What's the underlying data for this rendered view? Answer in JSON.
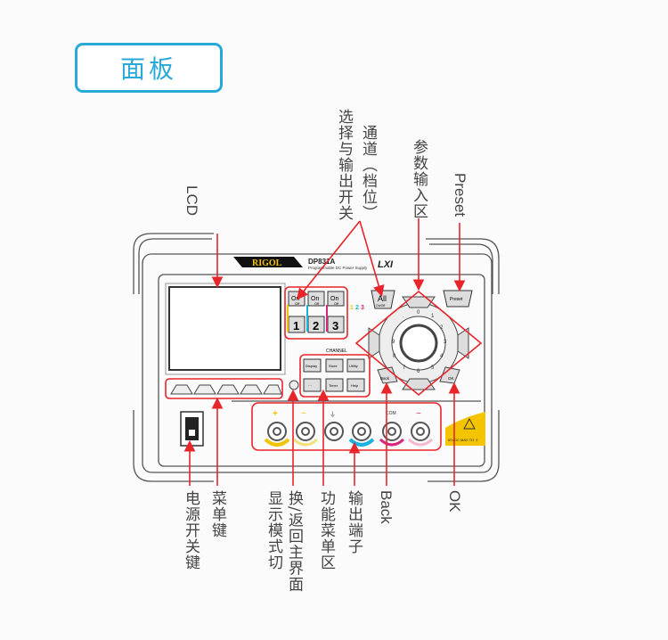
{
  "title": "面板",
  "annotations": {
    "lcd": "LCD",
    "channel_select": "选择与输出开关",
    "channel_range": "通道（档位）",
    "param_input": "参数输入区",
    "preset": "Preset",
    "power_switch": "电源开关键",
    "menu_keys": "菜单键",
    "display_mode_1": "显示模式切",
    "display_mode_2": "换/返回主界面",
    "function_menu": "功能菜单区",
    "output_terminals": "输出端子",
    "back": "Back",
    "ok": "OK"
  },
  "panel": {
    "brand": "RIGOL",
    "model": "DP831A",
    "subtitle": "Programmable DC Power Supply",
    "lxi": "LXI",
    "on": "On",
    "off": "Off",
    "channels": [
      "1",
      "2",
      "3"
    ],
    "all_on": "All",
    "all_on_sub": "On/Off",
    "channel_label": "CHANNEL",
    "function_keys": [
      "Display",
      "Store",
      "Utility",
      "···",
      "Timer",
      "Help"
    ],
    "preset_key": "Preset",
    "back_key": "Back",
    "ok_key": "OK",
    "digits": [
      "0",
      "1",
      "2",
      "3",
      "4",
      "5",
      "6",
      "7",
      "8",
      "9",
      "."
    ],
    "terminal_labels": [
      "+",
      "−",
      "⏚",
      "COM",
      "−"
    ],
    "warning": "60VDC MAX TO ⏚",
    "colors": {
      "accent": "#29a9d8",
      "annotation": "#e8252a",
      "ch1": "#f2c300",
      "ch2": "#1ab0e0",
      "ch3": "#d6267d"
    }
  }
}
